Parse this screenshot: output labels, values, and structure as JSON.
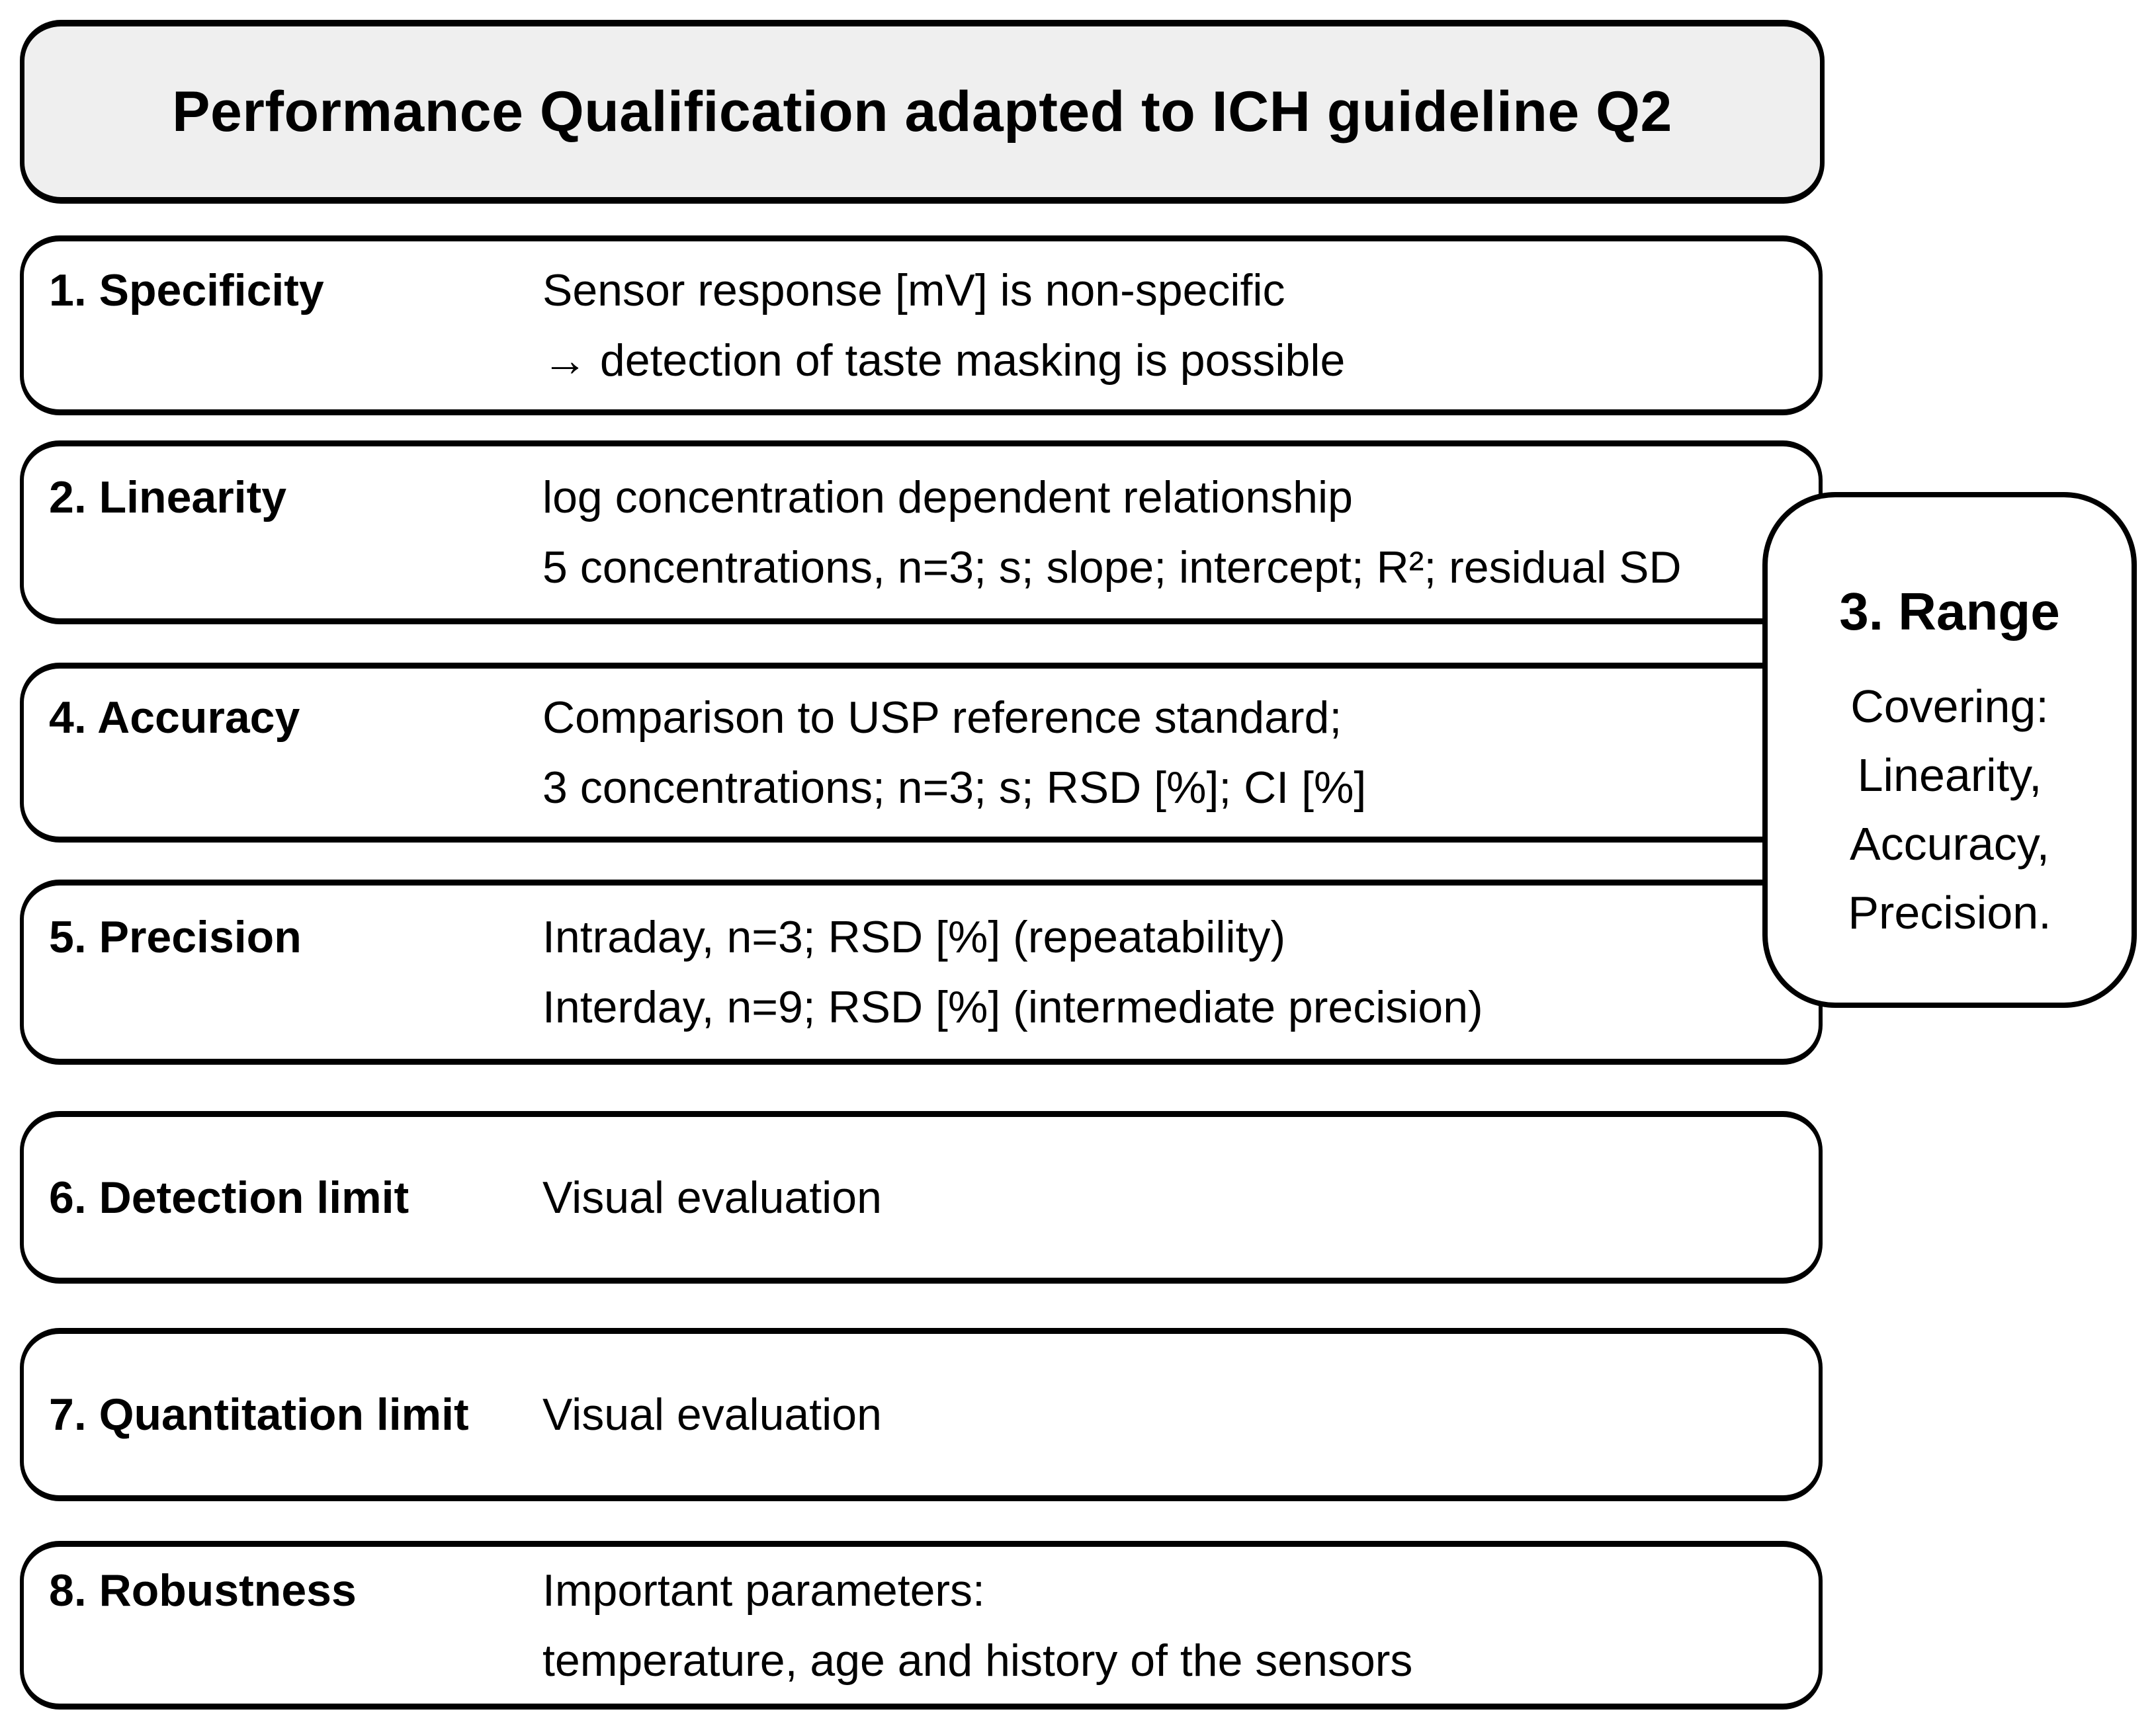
{
  "title": "Performance Qualification adapted to ICH guideline Q2",
  "boxes": [
    {
      "label": "1. Specificity",
      "lines": [
        "Sensor response [mV] is non-specific",
        "→ detection of taste masking is possible"
      ]
    },
    {
      "label": "2. Linearity",
      "lines": [
        "log concentration dependent relationship",
        "5 concentrations, n=3; s; slope; intercept; R²; residual SD"
      ]
    },
    {
      "label": "4. Accuracy",
      "lines": [
        "Comparison to USP reference standard;",
        "3 concentrations; n=3; s; RSD [%]; CI [%]"
      ]
    },
    {
      "label": "5. Precision",
      "lines": [
        "Intraday, n=3; RSD [%] (repeatability)",
        "Interday, n=9; RSD [%] (intermediate precision)"
      ]
    },
    {
      "label": "6. Detection limit",
      "lines": [
        "Visual evaluation"
      ]
    },
    {
      "label": "7. Quantitation limit",
      "lines": [
        "Visual evaluation"
      ]
    },
    {
      "label": "8. Robustness",
      "lines": [
        "Important parameters:",
        "temperature, age and history of the sensors"
      ]
    }
  ],
  "range": {
    "heading": "3. Range",
    "lines": [
      "Covering:",
      "Linearity,",
      "Accuracy,",
      "Precision."
    ]
  },
  "colors": {
    "title_bg": "#efefef",
    "box_bg": "#ffffff",
    "border": "#000000",
    "text": "#000000"
  }
}
